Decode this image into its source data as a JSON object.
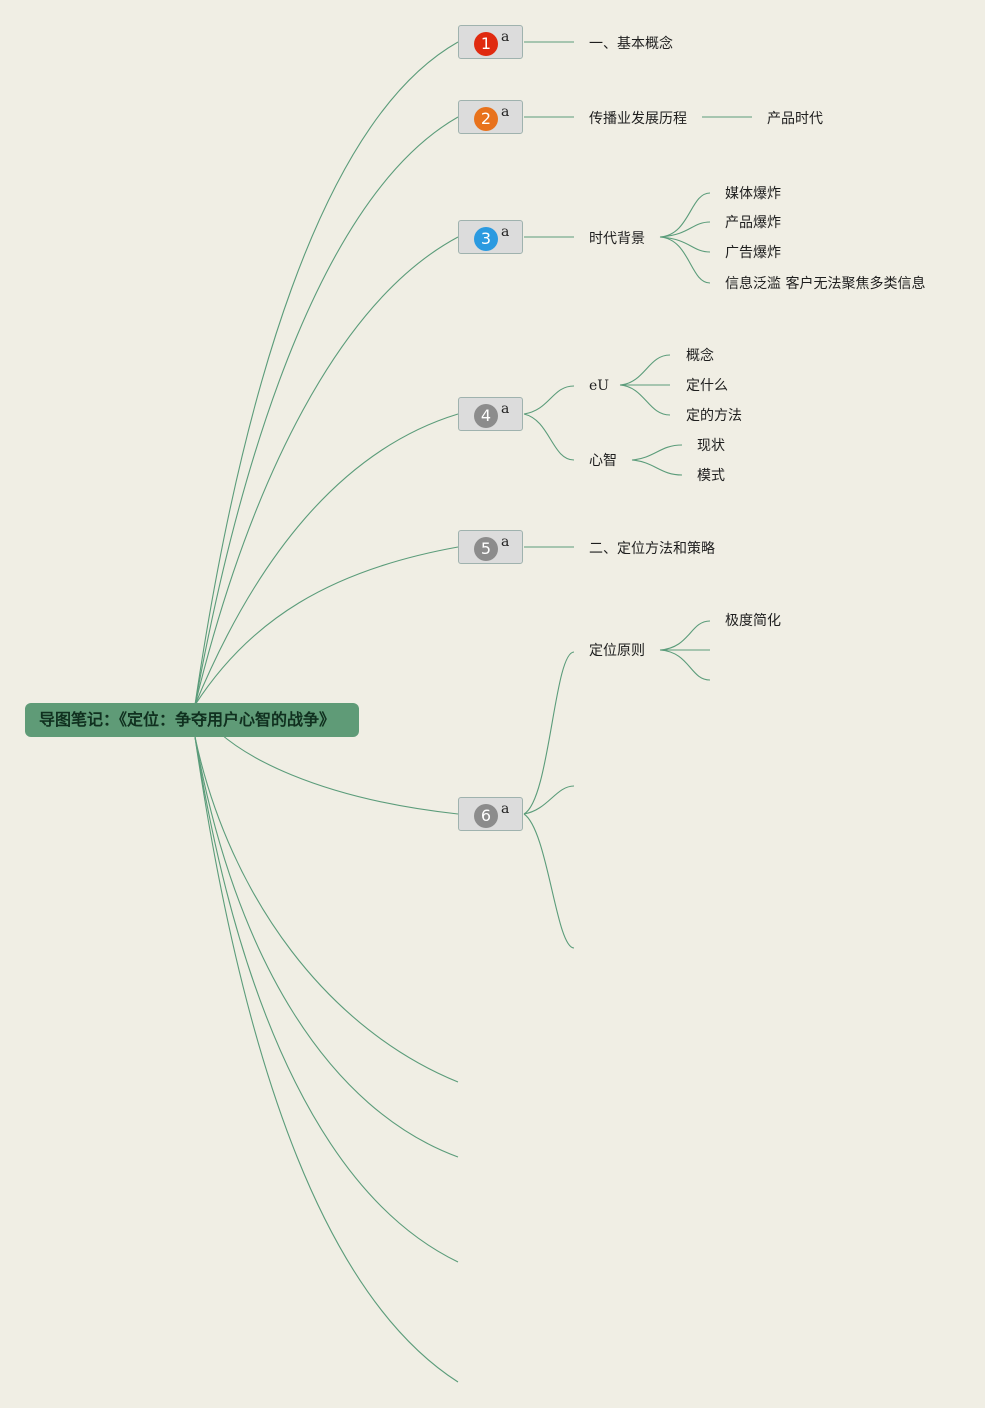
{
  "root": {
    "title": "导图笔记：《定位：争夺用户心智的战争》"
  },
  "branches": [
    {
      "number": "1",
      "badge_color": "#e02a10",
      "label": "a"
    },
    {
      "number": "2",
      "badge_color": "#e8721c",
      "label": "a"
    },
    {
      "number": "3",
      "badge_color": "#2b9ae0",
      "label": "a"
    },
    {
      "number": "4",
      "badge_color": "#8c8c8c",
      "label": "a"
    },
    {
      "number": "5",
      "badge_color": "#8c8c8c",
      "label": "a"
    },
    {
      "number": "6",
      "badge_color": "#8c8c8c",
      "label": "a"
    }
  ],
  "topics": {
    "b1": "一、基本概念",
    "b2": "传播业发展历程",
    "b2_child": "产品时代",
    "b3": "时代背景",
    "b3_children": [
      "媒体爆炸",
      "产品爆炸",
      "广告爆炸",
      "信息泛滥 客户无法聚焦多类信息"
    ],
    "b4_a": "eU",
    "b4_a_children": [
      "概念",
      "定什么",
      "定的方法"
    ],
    "b4_b": "心智",
    "b4_b_children": [
      "现状",
      "模式"
    ],
    "b5": "二、定位方法和策略",
    "b6_a": "定位原则",
    "b6_a_child": "极度简化"
  },
  "colors": {
    "background": "#f0eee4",
    "link": "#5b9c7a",
    "root_fill": "#5f9b77"
  }
}
